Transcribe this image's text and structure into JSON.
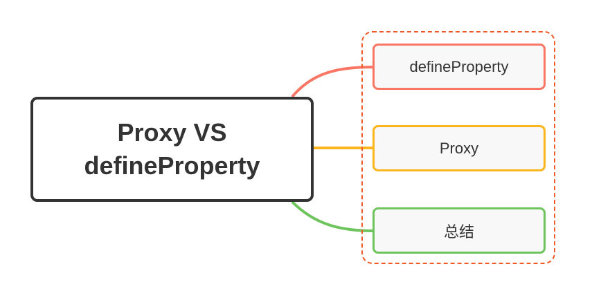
{
  "root": {
    "title": "Proxy VS\ndefineProperty"
  },
  "children": [
    {
      "label": "defineProperty",
      "color": "#fa7664"
    },
    {
      "label": "Proxy",
      "color": "#fdb51e"
    },
    {
      "label": "总结",
      "color": "#6ec45c"
    }
  ],
  "group_border_color": "#f05a28"
}
